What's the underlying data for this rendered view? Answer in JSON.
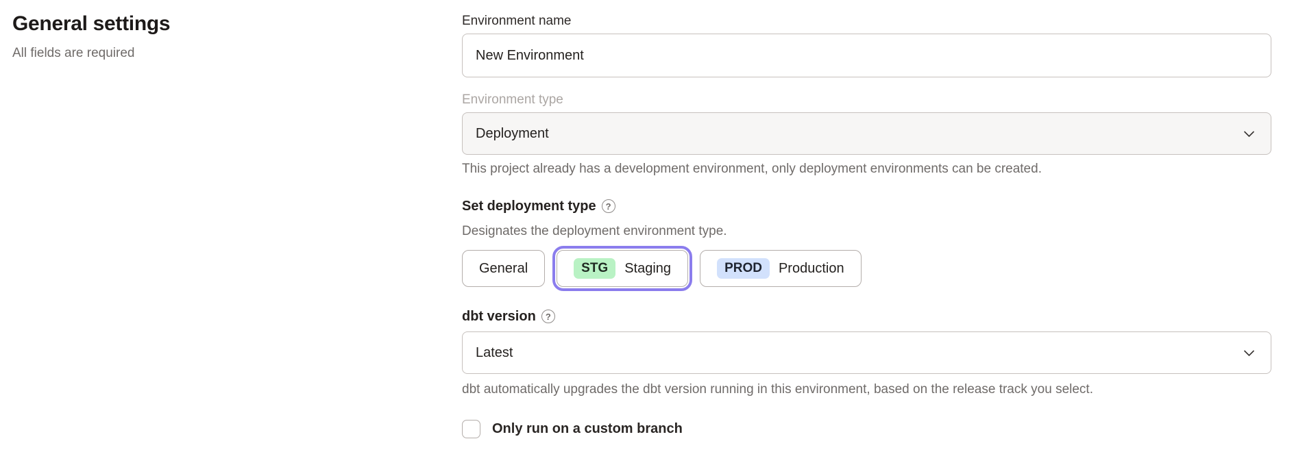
{
  "page": {
    "heading": "General settings",
    "subheading": "All fields are required"
  },
  "form": {
    "environment_name": {
      "label": "Environment name",
      "value": "New Environment"
    },
    "environment_type": {
      "label": "Environment type",
      "value": "Deployment",
      "disabled": true,
      "helper": "This project already has a development environment, only deployment environments can be created."
    },
    "deployment_type": {
      "label": "Set deployment type",
      "description": "Designates the deployment environment type.",
      "options": [
        {
          "label": "General",
          "badge": "",
          "selected": false
        },
        {
          "label": "Staging",
          "badge": "STG",
          "selected": true
        },
        {
          "label": "Production",
          "badge": "PROD",
          "selected": false
        }
      ]
    },
    "dbt_version": {
      "label": "dbt version",
      "value": "Latest",
      "helper": "dbt automatically upgrades the dbt version running in this environment, based on the release track you select."
    },
    "custom_branch": {
      "label": "Only run on a custom branch",
      "checked": false
    }
  },
  "icons": {
    "help": "?",
    "chevron_down": "chevron-down"
  },
  "colors": {
    "accent_purple": "#8b7ded",
    "badge_green": "#b9f2c4",
    "badge_blue": "#d2e1fc",
    "border_gray": "#c6c0bd",
    "helper_text": "#6f6b69"
  }
}
